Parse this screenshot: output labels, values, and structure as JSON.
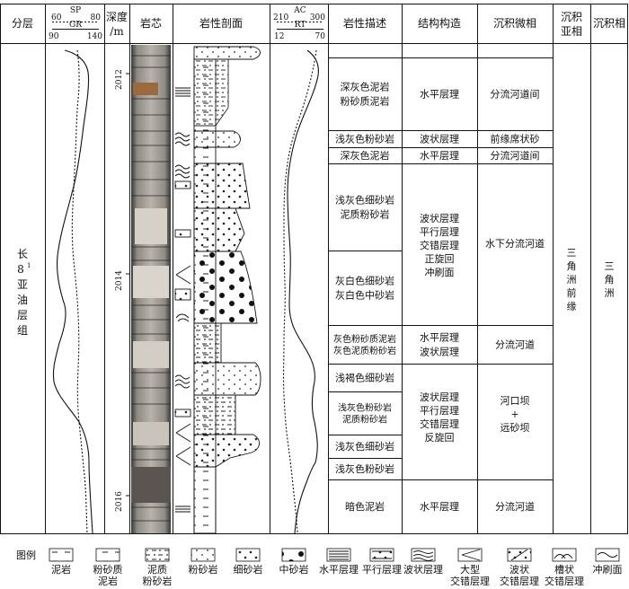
{
  "header": {
    "layer": "分层",
    "sp_label": "SP",
    "sp_min": "60",
    "sp_max": "80",
    "gr_label": "GR",
    "gr_min": "90",
    "gr_max": "140",
    "depth_line1": "深度",
    "depth_line2": "/m",
    "core": "岩芯",
    "profile": "岩性剖面",
    "ac_label": "AC",
    "ac_min": "210",
    "ac_max": "300",
    "rt_label": "RT",
    "rt_min": "12",
    "rt_max": "70",
    "lith_desc": "岩性描述",
    "structure": "结构构造",
    "micro_facies": "沉积微相",
    "subfacies_line1": "沉积",
    "subfacies_line2": "亚相",
    "facies": "沉积相"
  },
  "depth_ticks": [
    "2012",
    "2014",
    "2016"
  ],
  "strata_unit": {
    "part1": "长",
    "part2": "8",
    "sup": "1",
    "part3": "亚",
    "part4": "油",
    "part5": "层",
    "part6": "组"
  },
  "rows": [
    {
      "lith": [
        "深灰色泥岩",
        "粉砂质泥岩"
      ],
      "structure": [
        "水平层理"
      ],
      "micro": [
        "分流河道间"
      ]
    },
    {
      "lith": [
        "浅灰色粉砂岩"
      ],
      "structure": [
        "波状层理"
      ],
      "micro": [
        "前缘席状砂"
      ]
    },
    {
      "lith": [
        "深灰色泥岩"
      ],
      "structure": [
        "水平层理"
      ],
      "micro": [
        "分流河道间"
      ]
    },
    {
      "lith": [
        "浅灰色细砂岩",
        "泥质粉砂岩"
      ],
      "structure": [],
      "micro": []
    },
    {
      "lith": [
        "灰白色细砂岩",
        "灰白色中砂岩"
      ],
      "structure": [],
      "micro": []
    },
    {
      "lith": [
        "灰色粉砂质泥岩",
        "灰色泥质粉砂岩"
      ],
      "structure": [
        "水平层理",
        "波状层理"
      ],
      "micro": [
        "分流河道"
      ]
    },
    {
      "lith": [
        "浅褐色细砂岩"
      ],
      "structure": [],
      "micro": []
    },
    {
      "lith": [
        "浅灰色粉砂岩",
        "泥质粉砂岩"
      ],
      "structure": [],
      "micro": []
    },
    {
      "lith": [
        "浅灰色细砂岩"
      ],
      "structure": [],
      "micro": []
    },
    {
      "lith": [
        "浅灰色粉砂岩"
      ],
      "structure": [],
      "micro": []
    },
    {
      "lith": [
        "暗色泥岩"
      ],
      "structure": [
        "水平层理"
      ],
      "micro": [
        "分流河道"
      ]
    }
  ],
  "merged": {
    "structure_a": [
      "波状层理",
      "平行层理",
      "交错层理",
      "正旋回",
      "冲刷面"
    ],
    "micro_a": [
      "水下分流河道"
    ],
    "structure_b": [
      "波状层理",
      "平行层理",
      "交错层理",
      "反旋回"
    ],
    "micro_b": [
      "河口坝",
      "+",
      "远砂坝"
    ],
    "subfacies": [
      "三",
      "角",
      "洲",
      "前",
      "缘"
    ],
    "facies": [
      "三",
      "角",
      "洲"
    ]
  },
  "legend": {
    "title": "图例",
    "items": [
      {
        "key": "mudstone",
        "label": [
          "泥岩"
        ]
      },
      {
        "key": "silty-mudstone",
        "label": [
          "粉砂质",
          "泥岩"
        ]
      },
      {
        "key": "argillaceous-siltstone",
        "label": [
          "泥质",
          "粉砂岩"
        ]
      },
      {
        "key": "siltstone",
        "label": [
          "粉砂岩"
        ]
      },
      {
        "key": "fine-sandstone",
        "label": [
          "细砂岩"
        ]
      },
      {
        "key": "medium-sandstone",
        "label": [
          "中砂岩"
        ]
      },
      {
        "key": "horizontal-bedding",
        "label": [
          "水平层理"
        ]
      },
      {
        "key": "parallel-bedding",
        "label": [
          "平行层理"
        ]
      },
      {
        "key": "wavy-bedding",
        "label": [
          "波状层理"
        ]
      },
      {
        "key": "large-cross-bedding",
        "label": [
          "大型",
          "交错层理"
        ]
      },
      {
        "key": "wavy-cross-bedding",
        "label": [
          "波状",
          "交错层理"
        ]
      },
      {
        "key": "trough-cross-bedding",
        "label": [
          "槽状",
          "交错层理"
        ]
      },
      {
        "key": "scour-surface",
        "label": [
          "冲刷面"
        ]
      }
    ]
  }
}
